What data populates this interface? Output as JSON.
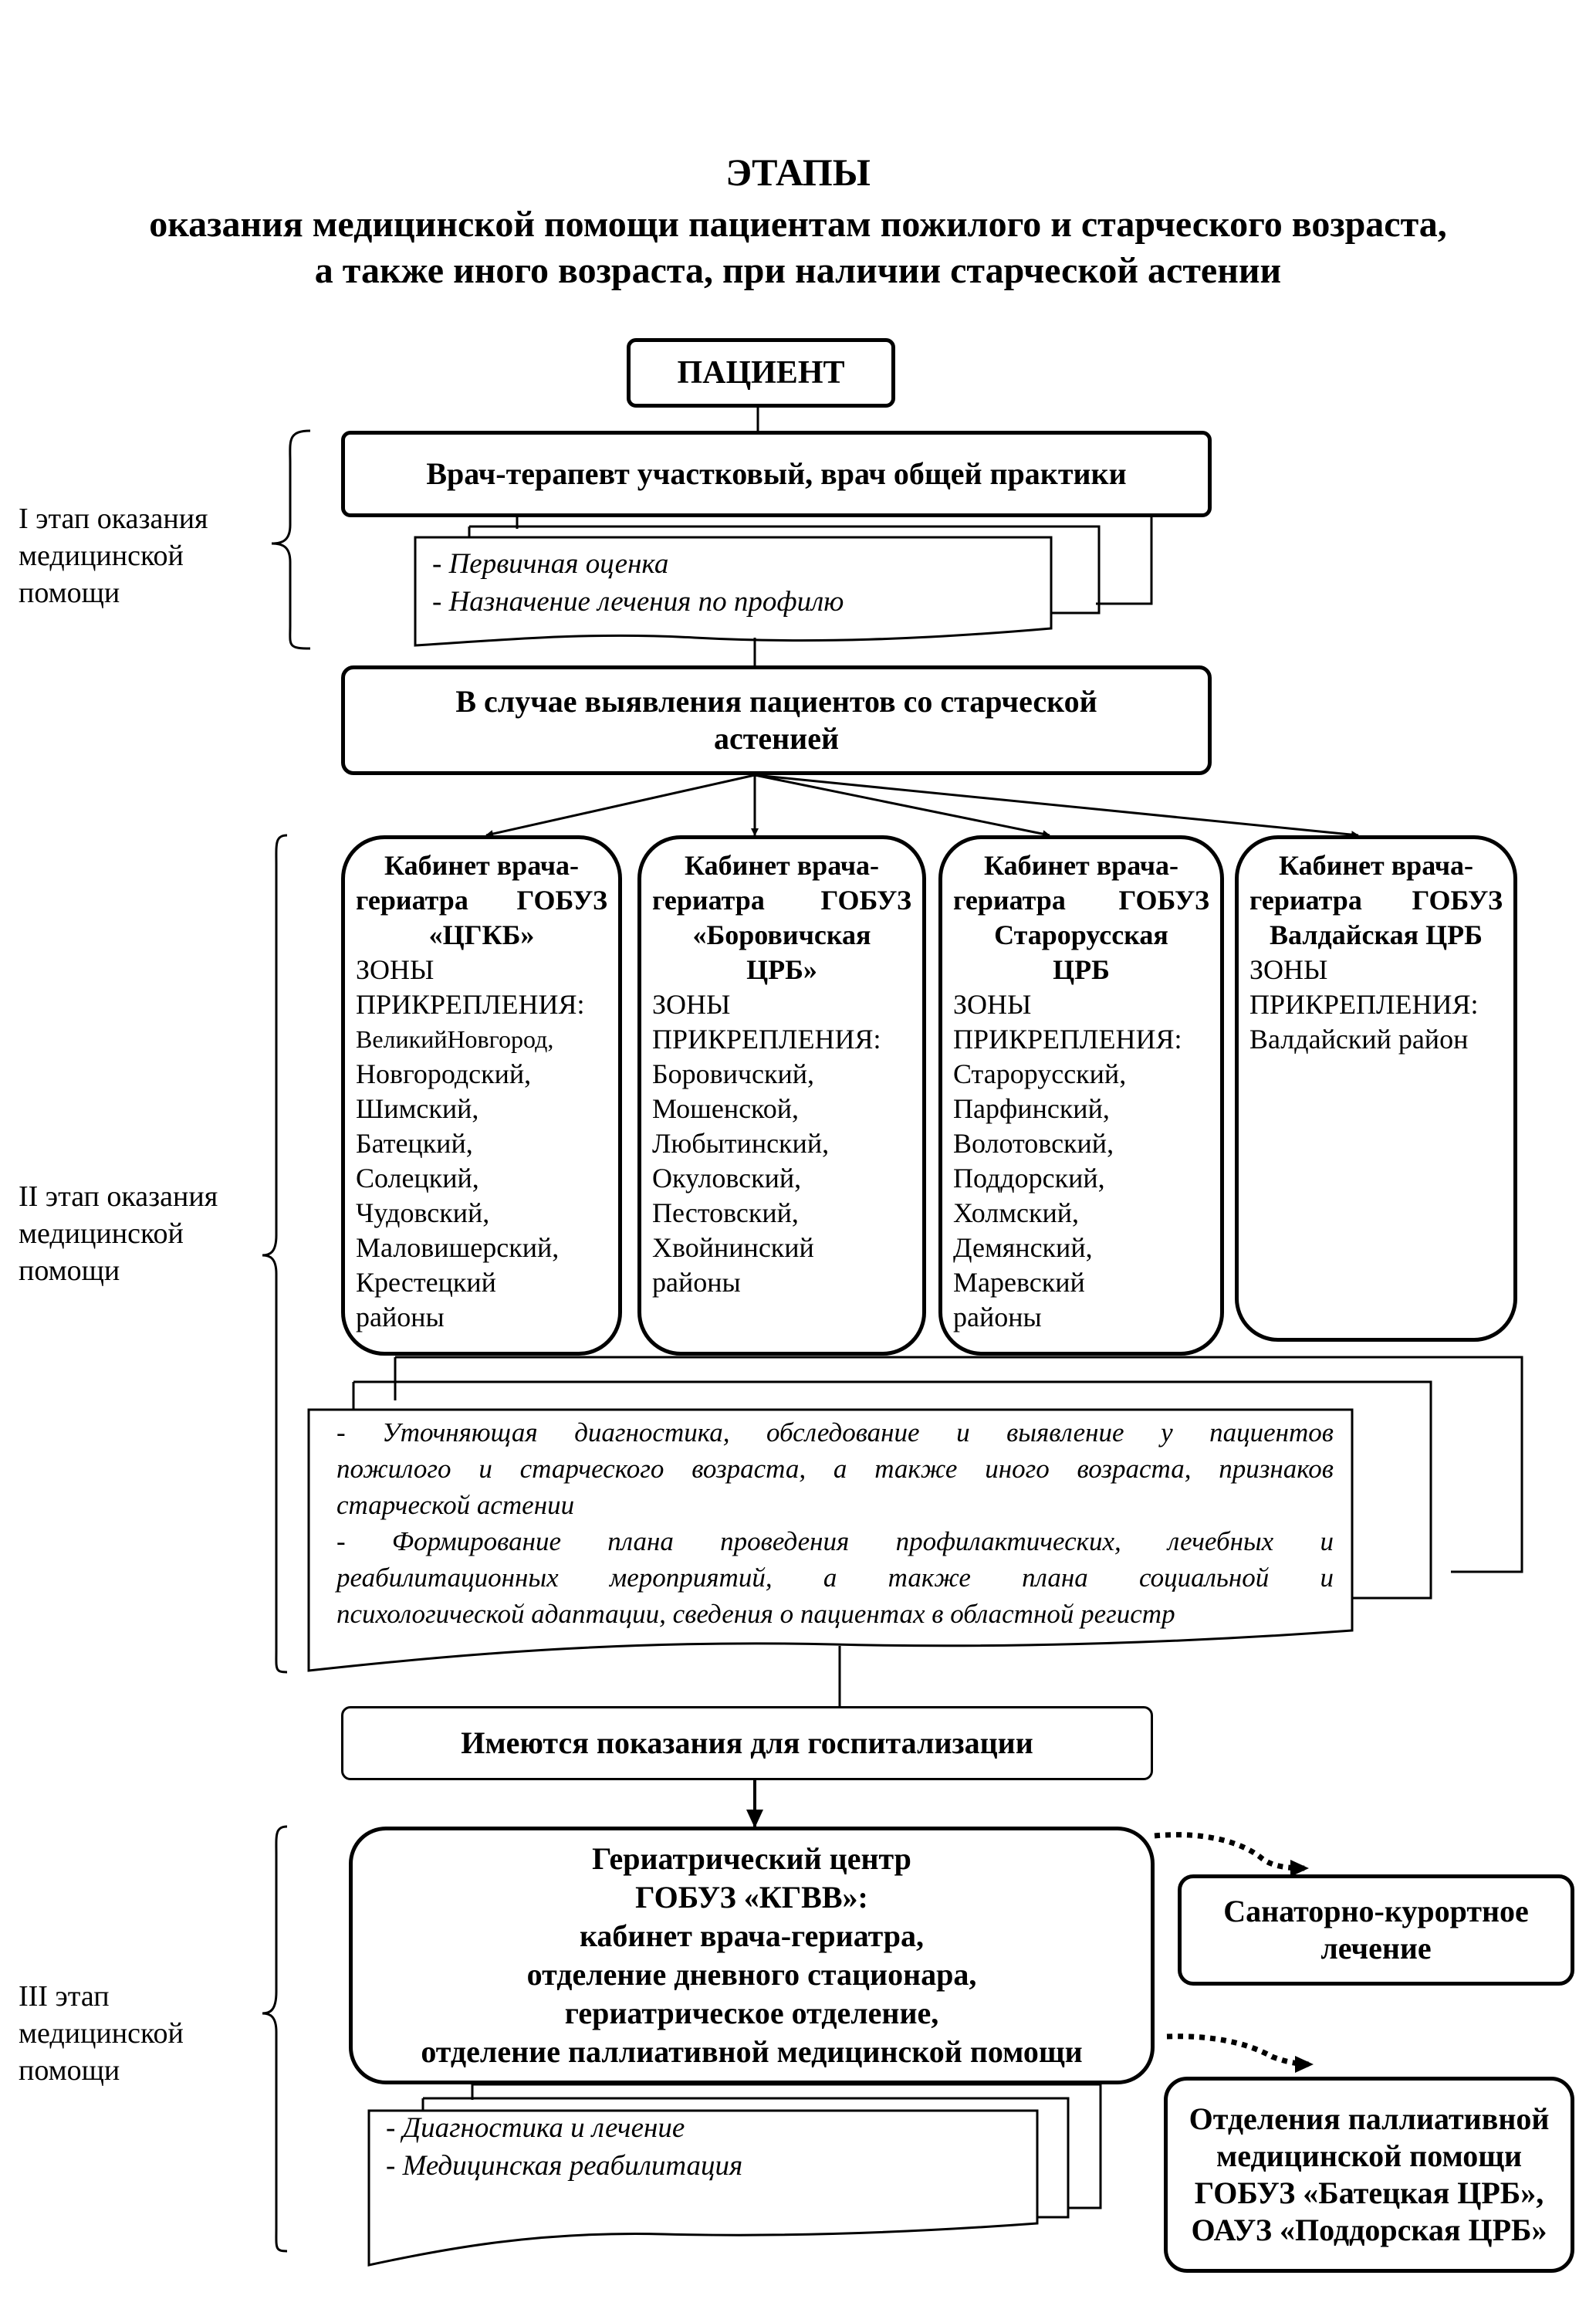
{
  "title": {
    "line1": "ЭТАПЫ",
    "line2": "оказания медицинской помощи пациентам пожилого и старческого возраста,",
    "line3": "а также иного возраста, при наличии старческой астении"
  },
  "patient": "ПАЦИЕНТ",
  "stage1": {
    "label": [
      "I этап оказания",
      "медицинской",
      "помощи"
    ],
    "doctor": "Врач-терапевт участковый, врач общей практики",
    "tasks": [
      "- Первичная оценка",
      "- Назначение лечения по профилю"
    ]
  },
  "detection": [
    "В случае выявления пациентов со старческой",
    "астенией"
  ],
  "stage2": {
    "label": [
      "II этап оказания",
      "медицинской",
      "помощи"
    ],
    "cabinets": [
      {
        "head": [
          "Кабинет врача-",
          "гериатра  ГОБУЗ",
          "«ЦГКБ»"
        ],
        "zones_label": [
          "ЗОНЫ",
          "ПРИКРЕПЛЕНИЯ:"
        ],
        "areas": [
          "ВеликийНовгород,",
          "Новгородский,",
          "Шимский,",
          "Батецкий,",
          "Солецкий,",
          "Чудовский,",
          "Маловишерский,",
          "Крестецкий",
          "районы"
        ]
      },
      {
        "head": [
          "Кабинет врача-",
          "гериатра  ГОБУЗ",
          "«Боровичская",
          "ЦРБ»"
        ],
        "zones_label": [
          "ЗОНЫ",
          "ПРИКРЕПЛЕНИЯ:"
        ],
        "areas": [
          "Боровичский,",
          "Мошенской,",
          "Любытинский,",
          "Окуловский,",
          "Пестовский,",
          "Хвойнинский",
          "районы"
        ]
      },
      {
        "head": [
          "Кабинет врача-",
          "гериатра  ГОБУЗ",
          "Старорусская",
          "ЦРБ"
        ],
        "zones_label": [
          "ЗОНЫ",
          "ПРИКРЕПЛЕНИЯ:"
        ],
        "areas": [
          "Старорусский,",
          "Парфинский,",
          "Волотовский,",
          "Поддорский,",
          "Холмский,",
          "Демянский,",
          "Маревский",
          "районы"
        ]
      },
      {
        "head": [
          "Кабинет врача-",
          "гериатра  ГОБУЗ",
          "Валдайская ЦРБ"
        ],
        "zones_label": [
          "ЗОНЫ",
          "ПРИКРЕПЛЕНИЯ:"
        ],
        "areas": [
          "Валдайский район"
        ]
      }
    ],
    "tasks": [
      "-  Уточняющая  диагностика,  обследование  и  выявление  у  пациентов",
      "пожилого  и  старческого  возраста,  а  также  иного  возраста,  признаков",
      "старческой астении",
      "-  Формирование  плана  проведения  профилактических,  лечебных  и",
      "реабилитационных  мероприятий,  а  также  плана  социальной  и",
      "психологической адаптации, сведения о пациентах в областной регистр"
    ]
  },
  "hospitalization": "Имеются показания для госпитализации",
  "stage3": {
    "label": [
      "III этап",
      "медицинской",
      "помощи"
    ],
    "center": [
      "Гериатрический центр",
      "ГОБУЗ «КГВВ»:",
      "кабинет врача-гериатра,",
      "отделение дневного стационара,",
      "гериатрическое отделение,",
      "отделение паллиативной медицинской помощи"
    ],
    "tasks": [
      "- Диагностика и лечение",
      "- Медицинская реабилитация"
    ],
    "sanatorium": [
      "Санаторно-курортное",
      "лечение"
    ],
    "palliative": [
      "Отделения паллиативной",
      "медицинской помощи",
      "ГОБУЗ «Батецкая ЦРБ»,",
      "ОАУЗ «Поддорская ЦРБ»"
    ]
  }
}
